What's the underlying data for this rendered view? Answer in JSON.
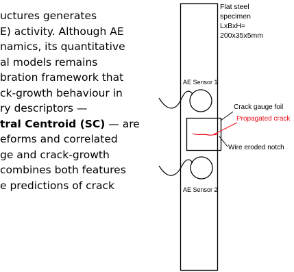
{
  "paragraph_lines": [
    {
      "text": "uctures generates"
    },
    {
      "text": "E) activity. Although AE"
    },
    {
      "text": "namics, its quantitative"
    },
    {
      "text": "al models remains"
    },
    {
      "text": "bration framework that"
    },
    {
      "text": "ck-growth behaviour in"
    },
    {
      "text": "ry descriptors —"
    },
    {
      "bold": "tral Centroid (SC)",
      "text": " — are"
    },
    {
      "text": "eforms and correlated"
    },
    {
      "text": "ge and crack-growth"
    },
    {
      "text": "combines both features"
    },
    {
      "text": "e predictions of crack"
    }
  ],
  "diagram": {
    "specimen_label": [
      "Flat steel",
      "specimen",
      "LxBxH=",
      "200x35x5mm"
    ],
    "sensor1_label": "AE Sensor 1",
    "sensor2_label": "AE Sensor 2",
    "gauge_label": "Crack gauge foil",
    "crack_label": "Propagated crack",
    "notch_label": "Wire eroded notch",
    "crack_color": "#e8101a",
    "line_color": "#000000"
  }
}
